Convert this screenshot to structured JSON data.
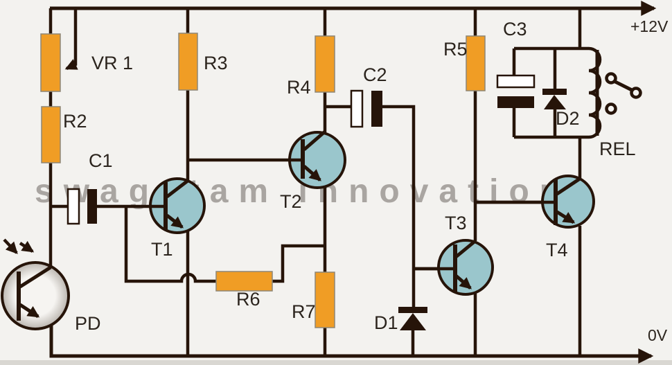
{
  "watermark": "swagatam innovations",
  "power": {
    "positive_rail": "+12V",
    "ground_rail": "0V"
  },
  "labels": {
    "vr1": "VR 1",
    "r2": "R2",
    "r3": "R3",
    "r4": "R4",
    "r5": "R5",
    "r6": "R6",
    "r7": "R7",
    "c1": "C1",
    "c2": "C2",
    "c3": "C3",
    "t1": "T1",
    "t2": "T2",
    "t3": "T3",
    "t4": "T4",
    "d1": "D1",
    "d2": "D2",
    "pd": "PD",
    "rel": "REL"
  },
  "components": [
    {
      "id": "VR 1",
      "type": "variable-resistor (preset), wiper tied to +12V rail"
    },
    {
      "id": "R2",
      "type": "resistor, in series below VR 1"
    },
    {
      "id": "R3",
      "type": "resistor, +12V to T1 collector"
    },
    {
      "id": "R4",
      "type": "resistor, +12V to T2 collector"
    },
    {
      "id": "R5",
      "type": "resistor, +12V to T3 collector / T4 base"
    },
    {
      "id": "R6",
      "type": "resistor, horizontal, T1 base loop to T2 emitter node"
    },
    {
      "id": "R7",
      "type": "resistor, T2 emitter node to 0V"
    },
    {
      "id": "C1",
      "type": "capacitor, left rail node to T1 base"
    },
    {
      "id": "C2",
      "type": "capacitor, T2 collector node to D1/T3 base node"
    },
    {
      "id": "C3",
      "type": "capacitor, inside relay clamp network"
    },
    {
      "id": "T1",
      "type": "NPN transistor"
    },
    {
      "id": "T2",
      "type": "NPN transistor"
    },
    {
      "id": "T3",
      "type": "NPN transistor"
    },
    {
      "id": "T4",
      "type": "NPN transistor, relay driver"
    },
    {
      "id": "D1",
      "type": "diode, cathode up, anode to 0V"
    },
    {
      "id": "D2",
      "type": "diode, freewheeling across relay coil"
    },
    {
      "id": "PD",
      "type": "photodiode / phototransistor light sensor"
    },
    {
      "id": "REL",
      "type": "relay coil with changeover contacts"
    }
  ],
  "colors": {
    "bg": "#f3f2ef",
    "wire": "#261409",
    "resistor": "#F09D25",
    "resistor_border": "#8e8676",
    "transistor": "#9AC6CC",
    "white_plate": "#ffffff",
    "label": "#2b241d",
    "watermark": "rgba(108,102,97,0.55)",
    "pd_center": "#f6f4f1",
    "pd_edge": "#aba59e",
    "strip": "#d9d7d2"
  }
}
